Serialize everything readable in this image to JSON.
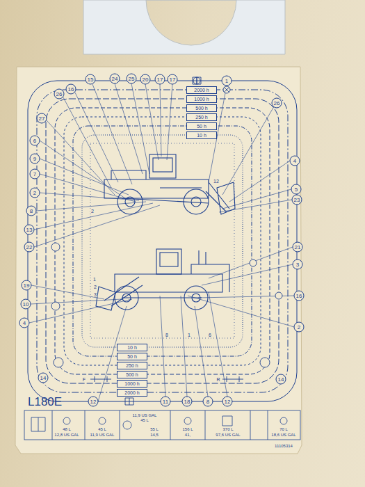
{
  "diagram": {
    "title": "L180E",
    "nodes": [
      {
        "text": [
          "2000 h"
        ]
      },
      {
        "text": [
          "1000 h"
        ]
      },
      {
        "text": [
          "500 h"
        ]
      },
      {
        "text": [
          "250 h"
        ]
      },
      {
        "text": [
          "50 h"
        ]
      },
      {
        "text": [
          "10 h"
        ]
      },
      {
        "text": [
          "10 h"
        ]
      },
      {
        "text": [
          "50 h"
        ]
      },
      {
        "text": [
          "250 h"
        ]
      },
      {
        "text": [
          "500 h"
        ]
      },
      {
        "text": [
          "1000 h"
        ]
      },
      {
        "text": [
          "2000 h"
        ]
      }
    ],
    "labels": [
      "15",
      "24",
      "25",
      "20",
      "17",
      "17",
      "1",
      "16",
      "26",
      "27",
      "6",
      "9",
      "7",
      "2",
      "8",
      "13",
      "22",
      "19",
      "10",
      "4",
      "14",
      "12",
      "11",
      "18",
      "8",
      "12",
      "14",
      "2",
      "16",
      "3",
      "21",
      "23",
      "5",
      "4",
      "26",
      "2",
      "12",
      "1",
      "2",
      "3",
      "8",
      "1",
      "6",
      "F",
      "R",
      "11105314",
      "48 L",
      "12,8 US GAL",
      "45 L",
      "11,9 US GAL",
      "11,9 US GAL",
      "45 L",
      "55 L",
      "14,5",
      "156 L",
      "41,",
      "370 L",
      "97,6 US GAL",
      "70 L",
      "18,6 US GAL"
    ]
  }
}
